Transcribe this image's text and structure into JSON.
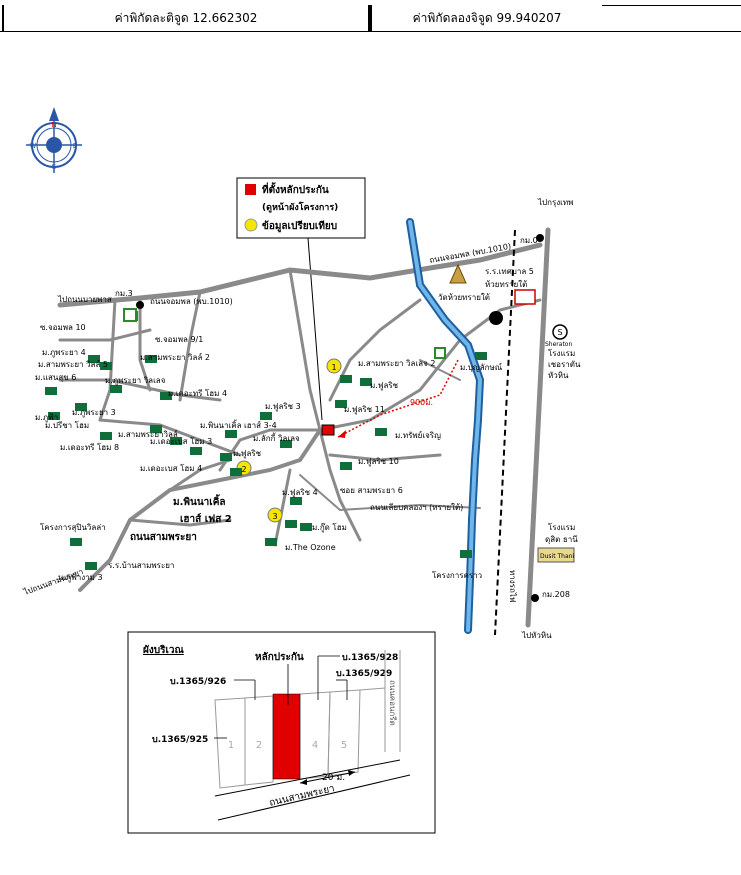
{
  "coords": {
    "lat_label": "ค่าพิกัดละติจูด 12.662302",
    "lon_label": "ค่าพิกัดลองจิจูด 99.940207"
  },
  "legend": {
    "collateral": "ที่ตั้งหลักประกัน",
    "collateral_sub": "(ดูหน้าผังโครงการ)",
    "comparison": "ข้อมูลเปรียบเทียบ"
  },
  "map": {
    "to_bangkok": "ไปกรุงเทพ",
    "km0": "กม.0",
    "km3": "กม.3",
    "km208": "กม.208",
    "road_jompol_east": "ถนนจอมพล (พบ.1010)",
    "road_jompol_west": "ถนนจอมพล (พบ.1010)",
    "to_pranburi": "ไปถนนบายพาส",
    "to_samphraya": "ไปถนนสามพระยา",
    "to_huahin": "ไปหัวหิน",
    "railway": "ทางรถไฟ",
    "hotel_sheraton": "โรงแรม เชอราตัน หัวหิน",
    "hotel_sheraton_1": "โรงแรม",
    "hotel_sheraton_2": "เชอราตัน",
    "hotel_sheraton_3": "หัวหิน",
    "sheraton_logo": "Sheraton",
    "hotel_dusit_1": "โรงแรม",
    "hotel_dusit_2": "ดุสิต ธานี",
    "dusit_logo": "Dusit Thani",
    "temple": "วัดห้วยทรายใต้",
    "school_1": "ร.ร.เทศบาล 5",
    "school_2": "ห้วยทรายใต้",
    "school_samphraya": "ร.ร.บ้านสามพระยา",
    "phinan_1": "ม.พินนาเคิ้ล",
    "phinan_2": "เฮาส์ เฟส 2",
    "road_samphraya": "ถนนสามพระยา",
    "road_liab": "ถนนเลียบคลองฯ (ทรายใต้)",
    "soi_samphraya6": "ซอย สามพระยา 6",
    "dist_900": "900ม.",
    "project_krao": "โครงการคราว",
    "project_supin": "โครงการสุปินวิลล่า",
    "villages": [
      "ซ.จอมพล 10",
      "ซ.จอมพล 9/1",
      "ม.ภูพระยา 4",
      "ม.สามพระยา วิลล์ 5",
      "ม.สามพระยา วิลล์ 2",
      "ม.แสนสุข 6",
      "ม.ภูพระยา วิลเลจ",
      "ม.เดอะทรี โฮม 4",
      "ม.ภูฟ้า",
      "ม.ภูพระยา 3",
      "ม.ปรีชา โฮม",
      "ม.สามพระยาวิลล์",
      "ม.เดอะทรี โฮม 8",
      "ม.เดอะเบส โฮม 3",
      "ม.พินนาเคิ้ล เฮาส์ 3-4",
      "ม.เดอะเบส โฮม 4",
      "ม.ลักกี้ วิลเลจ",
      "ม.ฟูลริช",
      "ม.ฟูลริช 3",
      "ม.ฟูลริช 11",
      "ม.ทรัพย์เจริญ",
      "ม.ฟูลริช 10",
      "ม.ฟูลริช 4",
      "ม.กู๊ด โฮม",
      "ม.The Ozone",
      "ม.ภูฟ้างาม 3",
      "ม.สามพระยา วิลเลจ 2",
      "ม.ฟูลริช",
      "ม.บุญลักษณ์"
    ]
  },
  "inset": {
    "title": "ผังบริเวณ",
    "collateral_label": "หลักประกัน",
    "plot_926": "บ.1365/926",
    "plot_925": "บ.1365/925",
    "plot_928": "บ.1365/928",
    "plot_929": "บ.1365/929",
    "road": "ถนนสามพระยา",
    "width": "20 ม.",
    "side_road": "ถนนคอนกรีต",
    "lots": [
      "1",
      "2",
      "4",
      "5"
    ]
  },
  "colors": {
    "road": "#8a8a8a",
    "canal": "#4a90d0",
    "collateral": "#e00000",
    "comparison": "#f5e600",
    "compass": "#2a56a8"
  }
}
